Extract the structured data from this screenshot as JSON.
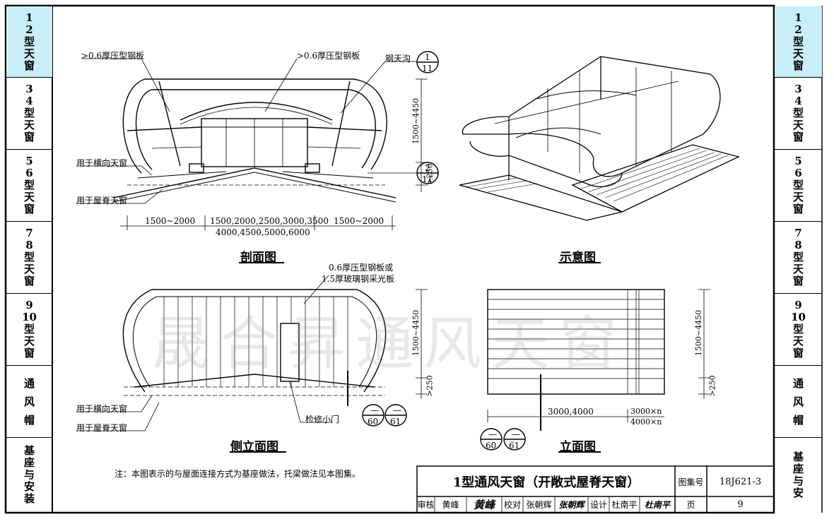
{
  "nav_tabs": [
    {
      "label": "12型天窗",
      "chars": [
        "1",
        "2",
        "型",
        "天",
        "窗"
      ],
      "active": true
    },
    {
      "label": "34型天窗",
      "chars": [
        "3",
        "4",
        "型",
        "天",
        "窗"
      ],
      "active": false
    },
    {
      "label": "56型天窗",
      "chars": [
        "5",
        "6",
        "型",
        "天",
        "窗"
      ],
      "active": false
    },
    {
      "label": "78型天窗",
      "chars": [
        "7",
        "8",
        "型",
        "天",
        "窗"
      ],
      "active": false
    },
    {
      "label": "910型天窗",
      "chars": [
        "9",
        "10",
        "型",
        "天",
        "窗"
      ],
      "active": false
    },
    {
      "label": "通风帽",
      "chars": [
        "通",
        "风",
        "帽"
      ],
      "active": false
    },
    {
      "label_left": "基座与安装",
      "chars_left": [
        "基",
        "座",
        "与",
        "安",
        "装"
      ],
      "label_right": "基座与安",
      "chars_right": [
        "基",
        "座",
        "与",
        "安"
      ]
    }
  ],
  "watermark": "晟合昇通风天窗",
  "section_view": {
    "title": "剖面图",
    "label_steel_plate_left": ">0.6厚压型钢板",
    "label_steel_plate_right": ">0.6厚压型钢板",
    "label_gutter": "钢天沟",
    "label_transverse": "用于横向天窗",
    "label_ridge": "用于屋脊天窗",
    "detail_1": {
      "top": "1",
      "bottom": "11"
    },
    "detail_2": {
      "top": "2",
      "bottom": "11"
    },
    "dim_height": "1500~4450",
    "dim_base": ">250",
    "dim_left": "1500~2000",
    "dim_mid_1": "1500,2000,2500,3000,3500",
    "dim_mid_2": "4000,4500,5000,6000",
    "dim_right": "1500~2000"
  },
  "schematic_view": {
    "title": "示意图"
  },
  "side_view": {
    "title": "侧立面图",
    "label_material_1": "0.6厚压型钢板或",
    "label_material_2": "1.5厚玻璃钢采光板",
    "label_transverse": "用于横向天窗",
    "label_ridge": "用于屋脊天窗",
    "label_door": "检修小门",
    "dim_height": "1500~4450",
    "dim_base": ">250",
    "detail_a": {
      "top": "—",
      "bottom": "60"
    },
    "detail_b": {
      "top": "—",
      "bottom": "61"
    }
  },
  "elevation_view": {
    "title": "立面图",
    "dim_height": "1500~4450",
    "dim_base": ">250",
    "dim_width": "3000,4000",
    "dim_n_1": "3000×n",
    "dim_n_2": "4000×n",
    "detail_a": {
      "top": "—",
      "bottom": "60"
    },
    "detail_b": {
      "top": "—",
      "bottom": "61"
    }
  },
  "note": "注：本图表示的与屋面连接方式为基座做法，托梁做法见本图集。",
  "title_block": {
    "drawing_title": "1型通风天窗（开敞式屋脊天窗）",
    "atlas_label": "图集号",
    "atlas_no": "18J621-3",
    "review_label": "审核",
    "reviewer": "黄峰",
    "reviewer_sig": "黄峰",
    "check_label": "校对",
    "checker": "张朝辉",
    "checker_sig": "张朝辉",
    "design_label": "设计",
    "designer": "杜南平",
    "designer_sig": "杜南平",
    "page_label": "页",
    "page_no": "9"
  }
}
